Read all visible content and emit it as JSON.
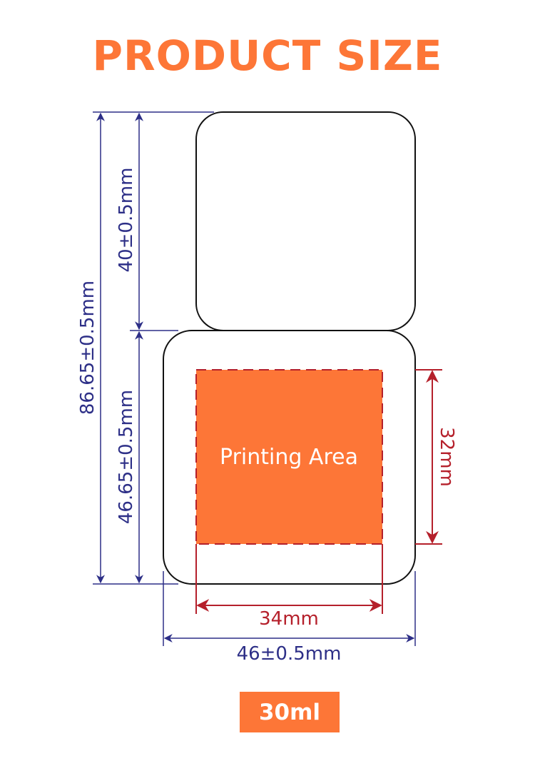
{
  "title": "PRODUCT SIZE",
  "colors": {
    "accent": "#fd7637",
    "dimension_blue": "#2d2f87",
    "dimension_red": "#b5202b",
    "outline": "#111111"
  },
  "dimensions": {
    "total_height": "86.65±0.5mm",
    "cap_height": "40±0.5mm",
    "body_height": "46.65±0.5mm",
    "width": "46±0.5mm",
    "print_width": "34mm",
    "print_height": "32mm"
  },
  "printing_area": {
    "label": "Printing Area"
  },
  "capacity_badge": "30ml"
}
